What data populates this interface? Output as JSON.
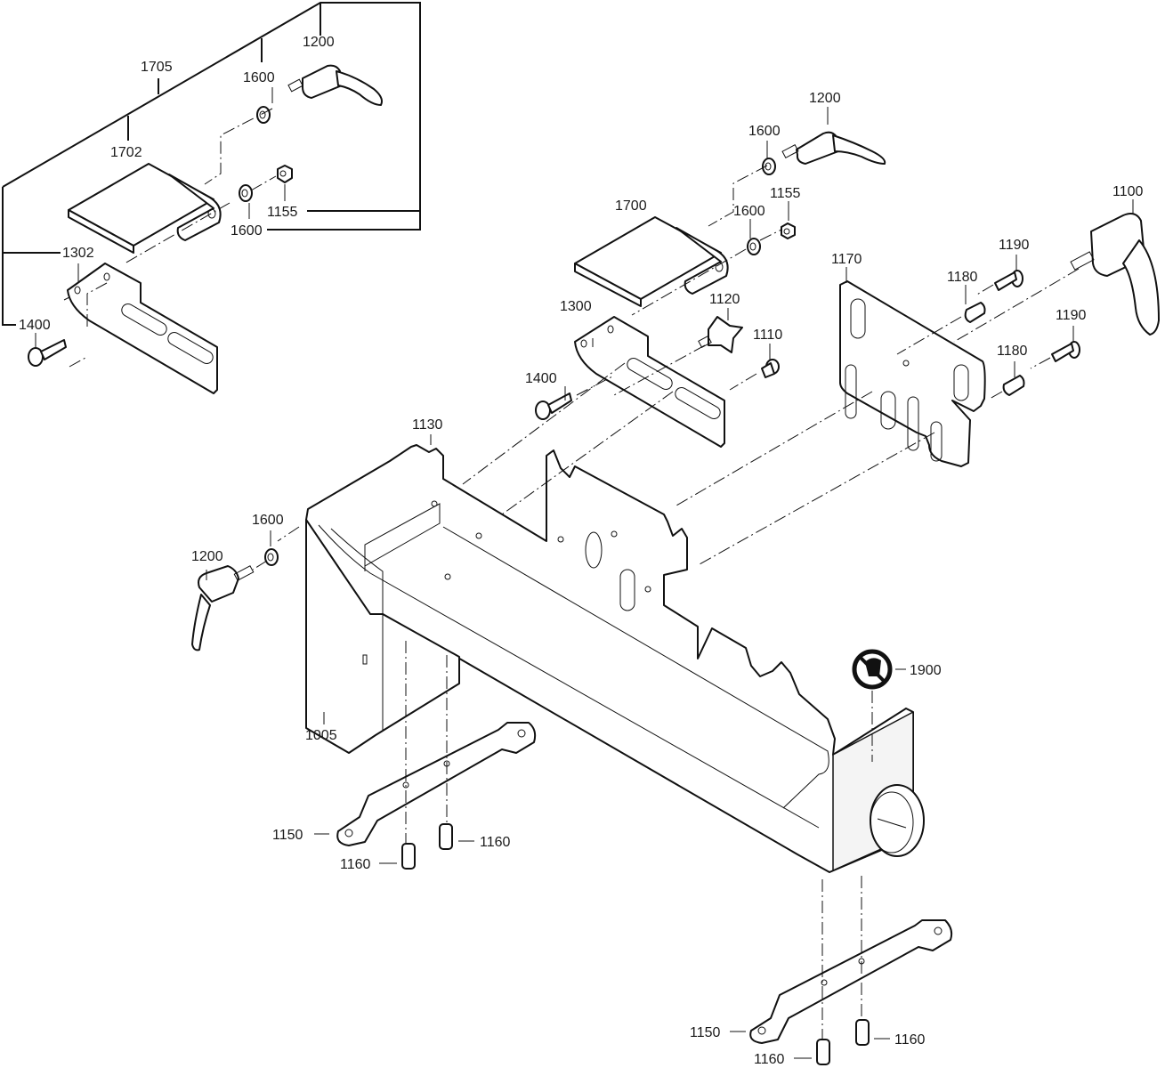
{
  "diagram": {
    "type": "exploded parts diagram",
    "assemblies": [
      {
        "id": "1705",
        "contains": [
          "1200",
          "1600",
          "1702",
          "1155",
          "1600",
          "1302",
          "1400"
        ]
      }
    ],
    "labels": {
      "l1705": "1705",
      "l1200a": "1200",
      "l1600a": "1600",
      "l1702": "1702",
      "l1155a": "1155",
      "l1600b": "1600",
      "l1302": "1302",
      "l1400a": "1400",
      "l1200b": "1200",
      "l1600c": "1600",
      "l1155b": "1155",
      "l1700": "1700",
      "l1600d": "1600",
      "l1100": "1100",
      "l1190a": "1190",
      "l1170": "1170",
      "l1180a": "1180",
      "l1120": "1120",
      "l1300": "1300",
      "l1110": "1110",
      "l1190b": "1190",
      "l1180b": "1180",
      "l1400b": "1400",
      "l1130": "1130",
      "l1600e": "1600",
      "l1200c": "1200",
      "l1900": "1900",
      "l1005": "1005",
      "l1150a": "1150",
      "l1160a": "1160",
      "l1160b": "1160",
      "l1150b": "1150",
      "l1160c": "1160",
      "l1160d": "1160"
    },
    "symbols": {
      "no_touch_sign": "do-not-touch-hand-icon"
    }
  }
}
